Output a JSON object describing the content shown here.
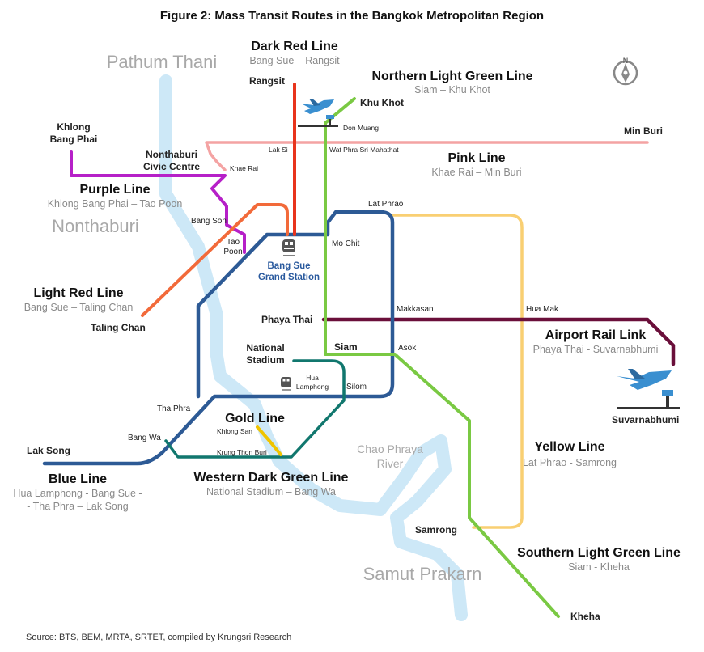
{
  "title": "Figure 2: Mass Transit Routes in the Bangkok Metropolitan Region",
  "source": "Source: BTS, BEM, MRTA, SRTET, compiled by Krungsri Research",
  "provinces": {
    "pathum_thani": "Pathum Thani",
    "nonthaburi": "Nonthaburi",
    "samut_prakarn": "Samut Prakarn"
  },
  "river": {
    "line1": "Chao Phraya",
    "line2": "River"
  },
  "grand_station": {
    "line1": "Bang Sue",
    "line2": "Grand Station"
  },
  "lines": {
    "dark_red": {
      "name": "Dark Red Line",
      "route": "Bang Sue – Rangsit",
      "color": "#e8341c"
    },
    "northern_light_green": {
      "name": "Northern Light Green Line",
      "route": "Siam – Khu Khot",
      "color": "#7ac943"
    },
    "pink": {
      "name": "Pink Line",
      "route": "Khae Rai – Min Buri",
      "color": "#f4a3a3"
    },
    "purple": {
      "name": "Purple Line",
      "route": "Khlong Bang Phai – Tao Poon",
      "color": "#b620c8"
    },
    "light_red": {
      "name": "Light Red Line",
      "route": "Bang Sue – Taling Chan",
      "color": "#f26a3a"
    },
    "airport_rail_link": {
      "name": "Airport Rail Link",
      "route": "Phaya Thai - Suvarnabhumi",
      "color": "#6a0f3a"
    },
    "gold": {
      "name": "Gold Line",
      "route": "",
      "color": "#f0c400"
    },
    "western_dark_green": {
      "name": "Western Dark Green Line",
      "route": "National Stadium – Bang Wa",
      "color": "#11776e"
    },
    "yellow": {
      "name": "Yellow Line",
      "route": "Lat Phrao - Samrong",
      "color": "#f9cf72"
    },
    "blue": {
      "name": "Blue Line",
      "route1": "Hua Lamphong - Bang Sue -",
      "route2": "- Tha Phra – Lak Song",
      "color": "#2d5a95"
    },
    "southern_light_green": {
      "name": "Southern Light Green Line",
      "route": "Siam - Kheha",
      "color": "#7ac943"
    }
  },
  "colors": {
    "river": "#cde8f7"
  },
  "stations": {
    "rangsit": "Rangsit",
    "khu_khot": "Khu Khot",
    "don_muang": "Don Muang",
    "min_buri": "Min Buri",
    "lak_si": "Lak Si",
    "wat_phra_sri_mahathat": "Wat Phra Sri Mahathat",
    "khlong_bang_phai_1": "Khlong",
    "khlong_bang_phai_2": "Bang Phai",
    "nonthaburi_cc_1": "Nonthaburi",
    "nonthaburi_cc_2": "Civic Centre",
    "khae_rai": "Khae Rai",
    "lat_phrao": "Lat Phrao",
    "bang_son": "Bang Son",
    "tao_poon_1": "Tao",
    "tao_poon_2": "Poon",
    "mo_chit": "Mo Chit",
    "taling_chan": "Taling Chan",
    "phaya_thai": "Phaya Thai",
    "makkasan": "Makkasan",
    "hua_mak": "Hua Mak",
    "national_stadium_1": "National",
    "national_stadium_2": "Stadium",
    "siam": "Siam",
    "asok": "Asok",
    "hua_lamphong_1": "Hua",
    "hua_lamphong_2": "Lamphong",
    "silom": "Silom",
    "tha_phra": "Tha Phra",
    "khlong_san": "Khlong San",
    "bang_wa": "Bang Wa",
    "krung_thon_buri": "Krung Thon Buri",
    "lak_song": "Lak Song",
    "suvarnabhumi": "Suvarnabhumi",
    "samrong": "Samrong",
    "kheha": "Kheha"
  },
  "compass": {
    "label": "N"
  }
}
